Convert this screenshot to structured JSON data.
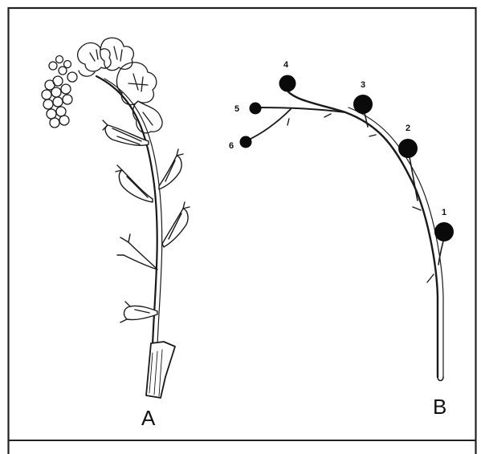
{
  "panels": {
    "a": {
      "label": "A"
    },
    "b": {
      "label": "B",
      "nodes": [
        {
          "number": "1"
        },
        {
          "number": "2"
        },
        {
          "number": "3"
        },
        {
          "number": "4"
        },
        {
          "number": "5"
        },
        {
          "number": "6"
        }
      ]
    }
  }
}
